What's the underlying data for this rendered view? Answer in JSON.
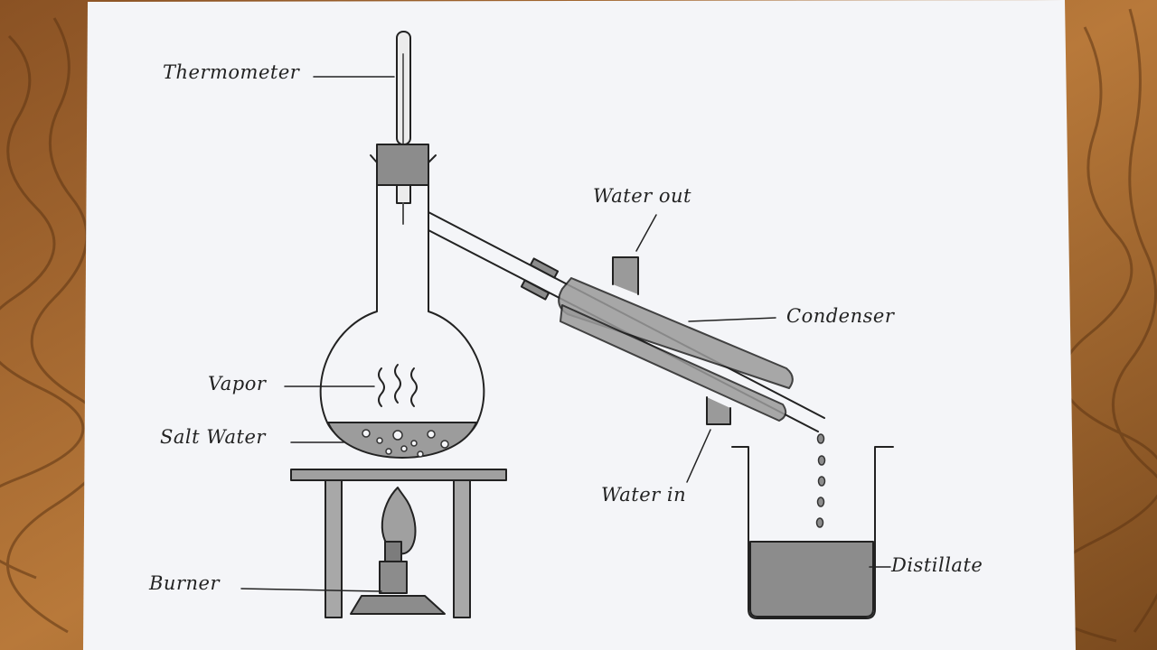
{
  "labels": {
    "thermometer": "Thermometer",
    "water_out": "Water out",
    "condenser": "Condenser",
    "vapor": "Vapor",
    "salt_water": "Salt Water",
    "water_in": "Water in",
    "burner": "Burner",
    "distillate": "Distillate"
  },
  "colors": {
    "wood": "#a0642c",
    "paper": "#f4f5f8",
    "ink": "#222222",
    "graphite": "#8c8c8c"
  }
}
